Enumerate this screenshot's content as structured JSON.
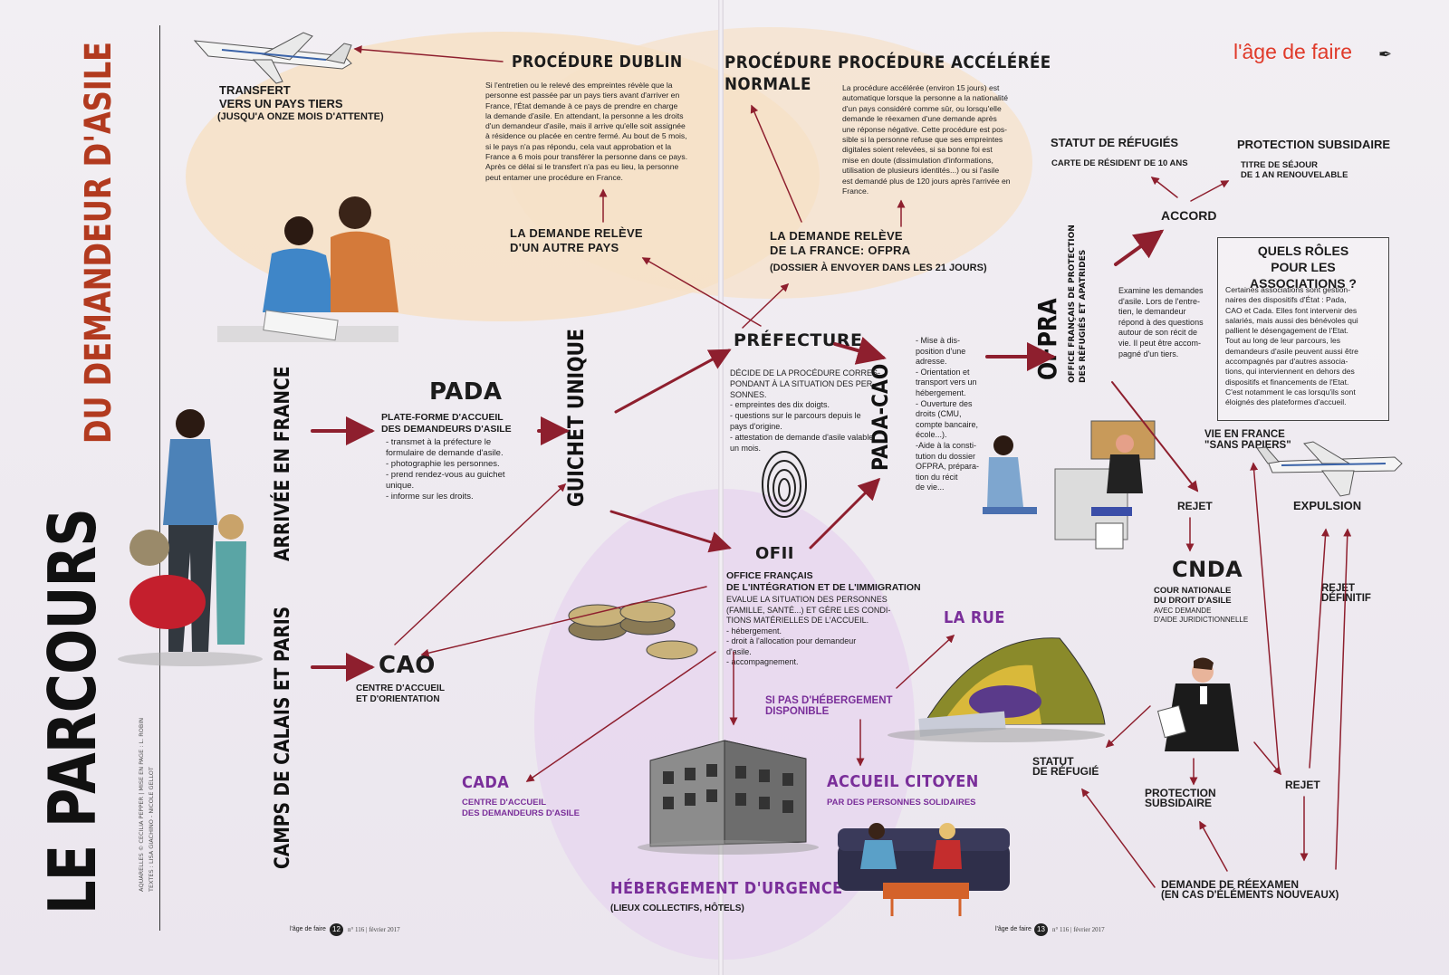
{
  "brand": {
    "logo": "l'âge de faire"
  },
  "title": {
    "main": "LE PARCOURS",
    "sub": "DU DEMANDEUR D'ASILE"
  },
  "credits": {
    "line1": "AQUARELLES © CECILIA PEPPER | MISE EN PAGE : L. ROBIN",
    "line2": "TEXTES : LISA GIACHINO - NICOLE GELLOT"
  },
  "entry": {
    "arrivee": "ARRIVÉE EN FRANCE",
    "camps": "CAMPS DE CALAIS ET PARIS"
  },
  "pada": {
    "title": "PADA",
    "subtitle": "PLATE-FORME D'ACCUEIL\nDES DEMANDEURS D'ASILE",
    "body": "- transmet à la préfecture le\nformulaire de demande d'asile.\n- photographie les personnes.\n- prend rendez-vous au guichet\nunique.\n- informe sur les droits."
  },
  "cao": {
    "title": "CAO",
    "subtitle": "CENTRE D'ACCUEIL\nET D'ORIENTATION"
  },
  "guichet": {
    "title": "GUICHET UNIQUE"
  },
  "prefecture": {
    "title": "PRÉFECTURE",
    "body": "DÉCIDE DE LA PROCÉDURE CORRES-\nPONDANT À LA SITUATION DES PER-\nSONNES.\n- empreintes des dix doigts.\n- questions sur le parcours depuis le\npays d'origine.\n- attestation de demande d'asile valable\nun mois."
  },
  "ofii": {
    "title": "OFII",
    "subtitle": "OFFICE FRANÇAIS\nDE L'INTÉGRATION ET DE L'IMMIGRATION",
    "body": "EVALUE LA SITUATION DES PERSONNES\n(FAMILLE, SANTÉ...) ET GÈRE LES CONDI-\nTIONS MATÉRIELLES DE L'ACCUEIL.\n- hébergement.\n- droit à l'allocation pour demandeur\nd'asile.\n- accompagnement."
  },
  "pada_cao": {
    "title": "PADA-CAO",
    "body": "- Mise à dis-\nposition d'une\nadresse.\n- Orientation et\ntransport vers un\nhébergement.\n- Ouverture des\ndroits (CMU,\ncompte bancaire,\nécole...).\n-Aide à la consti-\ntution du dossier\nOFPRA, prépara-\ntion du récit\nde vie..."
  },
  "ofpra": {
    "title": "OFPRA",
    "subtitle": "OFFICE FRANÇAIS DE PROTECTION\nDES RÉFUGIÉS ET APATRIDES",
    "body": "Examine les demandes\nd'asile. Lors de l'entre-\ntien, le demandeur\nrépond à des questions\nautour de son récit de\nvie. Il peut être accom-\npagné d'un tiers."
  },
  "dublin": {
    "title": "PROCÉDURE DUBLIN",
    "body": "Si l'entretien ou le relevé des empreintes révèle que la\npersonne est passée par un pays tiers avant d'arriver en\nFrance, l'État demande à ce pays de prendre en charge\nla demande d'asile. En attendant, la personne a les droits\nd'un demandeur d'asile, mais il arrive qu'elle soit assignée\nà résidence ou placée en centre fermé. Au bout de 5 mois,\nsi le pays n'a pas répondu, cela vaut approbation et la\nFrance a 6 mois pour transférer la personne dans ce pays.\nAprès ce délai si le transfert n'a pas eu lieu, la personne\npeut entamer une procédure en France."
  },
  "transfert": {
    "title": "TRANSFERT\nVERS UN PAYS TIERS",
    "sub": "(JUSQU'A ONZE MOIS D'ATTENTE)"
  },
  "normale": {
    "title": "PROCÉDURE\nNORMALE"
  },
  "acceleree": {
    "title": "PROCÉDURE ACCÉLÉRÉE",
    "body": "La procédure accélérée (environ 15 jours) est\nautomatique lorsque la personne a la nationalité\nd'un pays considéré comme sûr, ou lorsqu'elle\ndemande le réexamen d'une demande après\nune réponse négative. Cette procédure est pos-\nsible si la personne refuse que ses empreintes\ndigitales soient relevées, si sa bonne foi est\nmise en doute (dissimulation d'informations,\nutilisation de plusieurs identités...) ou si l'asile\nest demandé plus de 120 jours après l'arrivée en\nFrance."
  },
  "demande_autre": "LA DEMANDE RELÈVE\nD'UN AUTRE PAYS",
  "demande_france": {
    "title": "LA DEMANDE RELÈVE\nDE LA FRANCE: OFPRA",
    "sub": "(DOSSIER À ENVOYER DANS LES 21 JOURS)"
  },
  "statut_refugies": {
    "title": "STATUT DE RÉFUGIÉS",
    "sub": "CARTE DE RÉSIDENT DE 10 ANS"
  },
  "protection_subsidiaire": {
    "title": "PROTECTION SUBSIDAIRE",
    "sub": "TITRE DE SÉJOUR\nDE 1 AN RENOUVELABLE"
  },
  "accord": "ACCORD",
  "associations": {
    "title": "QUELS RÔLES\nPOUR LES ASSOCIATIONS ?",
    "body": "Certaines associations sont gestion-\nnaires des dispositifs d'État : Pada,\nCAO et Cada. Elles font intervenir des\nsalariés, mais aussi des bénévoles qui\npallient le désengagement de l'Etat.\nTout au long de leur parcours, les\ndemandeurs d'asile peuvent aussi être\naccompagnés par d'autres associa-\ntions, qui interviennent en dehors des\ndispositifs et financements de l'Etat.\nC'est notamment le cas lorsqu'ils sont\néloignés des plateformes d'accueil."
  },
  "sans_papiers": "VIE EN FRANCE\n\"SANS PAPIERS\"",
  "expulsion": "EXPULSION",
  "rejet1": "REJET",
  "rejet_definitif": "REJET\nDÉFINITIF",
  "cnda": {
    "title": "CNDA",
    "subtitle": "COUR NATIONALE\nDU DROIT D'ASILE",
    "sub2": "AVEC DEMANDE\nD'AIDE JURIDICTIONNELLE"
  },
  "la_rue": "LA RUE",
  "si_pas": "SI PAS D'HÉBERGEMENT\nDISPONIBLE",
  "accueil_citoyen": {
    "title": "ACCUEIL CITOYEN",
    "sub": "PAR DES PERSONNES SOLIDAIRES"
  },
  "cada": {
    "title": "CADA",
    "subtitle": "CENTRE D'ACCUEIL\nDES DEMANDEURS D'ASILE"
  },
  "hebergement": {
    "title": "HÉBERGEMENT D'URGENCE",
    "sub": "(LIEUX COLLECTIFS, HÔTELS)"
  },
  "statut_refugie2": "STATUT\nDE RÉFUGIÉ",
  "protection2": "PROTECTION\nSUBSIDAIRE",
  "rejet2": "REJET",
  "reexamen": {
    "title": "DEMANDE DE RÉEXAMEN",
    "sub": "(EN CAS D'ÉLÉMENTS NOUVEAUX)"
  },
  "footer": {
    "left_brand": "l'âge de faire",
    "left_page": "12",
    "left_issue": "n° 116 | février 2017",
    "right_brand": "l'âge de faire",
    "right_page": "13",
    "right_issue": "n° 116 | février 2017"
  },
  "colors": {
    "arrow": "#8e1f2e",
    "accent": "#e03a2a",
    "purple": "#7a2f9a",
    "peach": "#f7dcc0",
    "lilac": "#e6d3ee"
  }
}
